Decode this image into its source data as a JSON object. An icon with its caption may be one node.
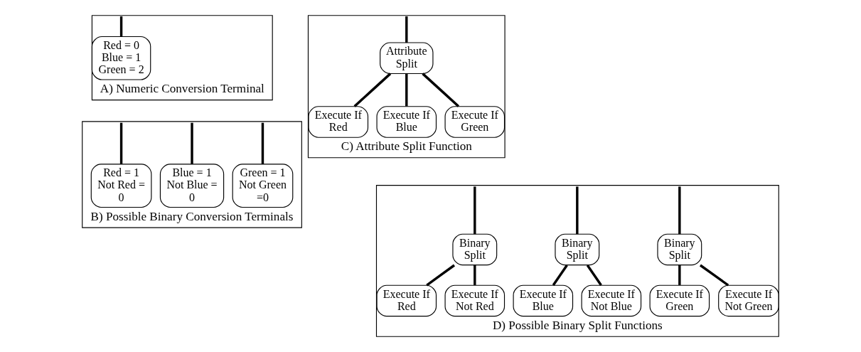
{
  "diagram": {
    "nodes": [
      {
        "text": [
          "A) Numeric Conversion Terminal"
        ]
      },
      {
        "text": [
          "Red = 0",
          "Blue = 1",
          "Green = 2"
        ],
        "in": 0
      },
      {
        "text": [
          "C) Attribute Split Function"
        ]
      },
      {
        "text": [
          "Attribute Split"
        ],
        "in": 2
      },
      {
        "text": [
          "Execute If Red"
        ],
        "in": 2
      },
      {
        "text": [
          "Execute If Blue"
        ],
        "in": 2
      },
      {
        "text": [
          "Execute If Green"
        ],
        "in": 2
      },
      {
        "text": [
          "B) Possible Binary Conversion Terminals"
        ]
      },
      {
        "text": [
          "Red = 1",
          "Not Red = 0"
        ],
        "in": 7
      },
      {
        "text": [
          "Blue = 1",
          "Not Blue = 0"
        ],
        "in": 7
      },
      {
        "text": [
          "Green = 1",
          "Not Green =0"
        ],
        "in": 7
      },
      {
        "text": [
          "D) Possible Binary Split Functions"
        ]
      },
      {
        "text": [
          "Binary Split"
        ],
        "in": 11
      },
      {
        "text": [
          "Execute If Red"
        ],
        "in": 11
      },
      {
        "text": [
          "Execute If Not Red"
        ],
        "in": 11
      },
      {
        "text": [
          "Binary Split"
        ],
        "in": 11
      },
      {
        "text": [
          "Execute If Blue"
        ],
        "in": 11
      },
      {
        "text": [
          "Execute If Not Blue"
        ],
        "in": 11
      },
      {
        "text": [
          "Binary Split"
        ],
        "in": 11
      },
      {
        "text": [
          "Execute If Green"
        ],
        "in": 11
      },
      {
        "text": [
          "Execute If Not Green"
        ],
        "in": 11
      }
    ],
    "edges": [
      {
        "from": 0,
        "to": 1,
        "arrow": "none"
      },
      {
        "from": 2,
        "to": 3,
        "arrow": "none"
      },
      {
        "from": 3,
        "to": 4,
        "arrow": "none"
      },
      {
        "from": 3,
        "to": 5,
        "arrow": "none"
      },
      {
        "from": 3,
        "to": 6,
        "arrow": "none"
      },
      {
        "from": 7,
        "to": 8,
        "arrow": "none"
      },
      {
        "from": 7,
        "to": 9,
        "arrow": "none"
      },
      {
        "from": 7,
        "to": 10,
        "arrow": "none"
      },
      {
        "from": 11,
        "to": 12,
        "arrow": "none"
      },
      {
        "from": 12,
        "to": 13,
        "arrow": "none"
      },
      {
        "from": 12,
        "to": 14,
        "arrow": "none"
      },
      {
        "from": 11,
        "to": 15,
        "arrow": "none"
      },
      {
        "from": 15,
        "to": 16,
        "arrow": "none"
      },
      {
        "from": 15,
        "to": 17,
        "arrow": "none"
      },
      {
        "from": 11,
        "to": 18,
        "arrow": "none"
      },
      {
        "from": 18,
        "to": 19,
        "arrow": "none"
      },
      {
        "from": 18,
        "to": 20,
        "arrow": "none"
      }
    ]
  }
}
